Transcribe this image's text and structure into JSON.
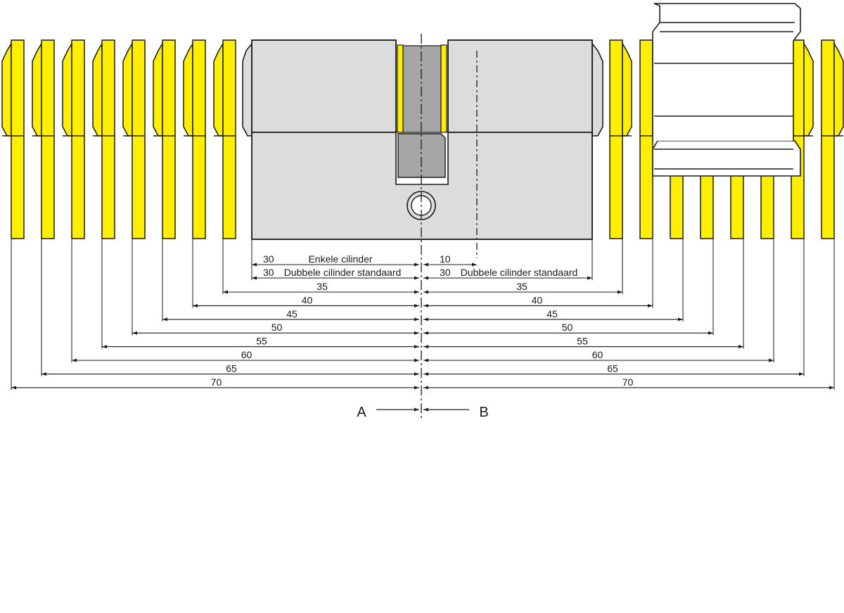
{
  "colors": {
    "yellow": "#ffee00",
    "body": "#dcdcdc",
    "cam": "#a6a6a6",
    "line": "#1a1a1a"
  },
  "labels": {
    "single_cylinder": "Enkele cilinder",
    "double_cylinder": "Dubbele cilinder standaard",
    "side_a": "A",
    "side_b": "B"
  },
  "single_row": {
    "left_value": "30",
    "right_value": "10"
  },
  "double_row": {
    "left_value": "30",
    "right_value": "30"
  },
  "dimensions": [
    {
      "value": "35"
    },
    {
      "value": "40"
    },
    {
      "value": "45"
    },
    {
      "value": "50"
    },
    {
      "value": "55"
    },
    {
      "value": "60"
    },
    {
      "value": "65"
    },
    {
      "value": "70"
    }
  ]
}
